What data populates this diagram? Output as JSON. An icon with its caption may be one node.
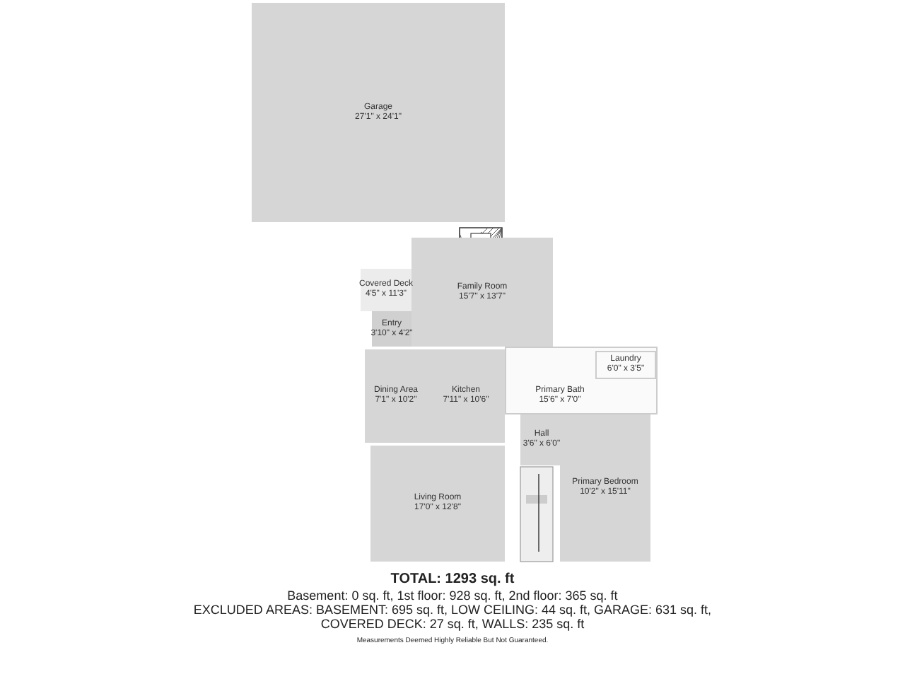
{
  "diagram": {
    "nodes": [
      {
        "text": [
          "Garage",
          "27'1\" x 24'1\""
        ]
      },
      {
        "text": [
          "Family Room",
          "15'7\" x 13'7\""
        ]
      },
      {
        "text": [
          "Covered Deck",
          "4'5\" x 11'3\""
        ]
      },
      {
        "text": [
          "Entry",
          "3'10\" x 4'2\""
        ]
      },
      {
        "text": [
          "Dining Area",
          "7'1\" x 10'2\""
        ]
      },
      {
        "text": [
          "Kitchen",
          "7'11\" x 10'6\""
        ]
      },
      {
        "text": [
          "Primary Bath",
          "15'6\" x 7'0\""
        ]
      },
      {
        "text": [
          "Laundry",
          "6'0\" x 3'5\""
        ],
        "in": 6
      },
      {
        "text": [
          "Hall",
          "3'6\" x 6'0\""
        ]
      },
      {
        "text": [
          "Living Room",
          "17'0\" x 12'8\""
        ]
      },
      {
        "text": [
          "Primary Bedroom",
          "10'2\" x 15'11\""
        ]
      }
    ],
    "labels": [
      "TOTAL: 1293 sq. ft",
      "Basement: 0 sq. ft, 1st floor: 928 sq. ft, 2nd floor: 365 sq. ft",
      "EXCLUDED AREAS: BASEMENT: 695 sq. ft, LOW CEILING: 44 sq. ft, GARAGE: 631 sq. ft,",
      "COVERED DECK: 27 sq. ft, WALLS: 235 sq. ft",
      "Measurements Deemed Highly Reliable But Not Guaranteed."
    ]
  }
}
